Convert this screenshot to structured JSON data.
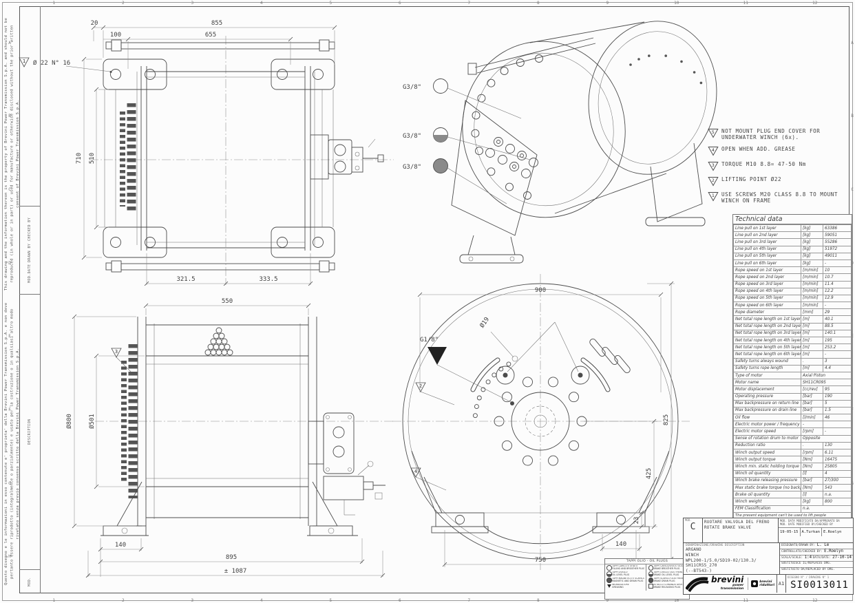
{
  "sheet": {
    "grid_cols": [
      "1",
      "2",
      "3",
      "4",
      "5",
      "6",
      "7",
      "8",
      "9",
      "10",
      "11",
      "12"
    ],
    "grid_rows": [
      "A",
      "B",
      "C",
      "D",
      "E",
      "F",
      "G",
      "H"
    ]
  },
  "disclaimer": {
    "english": "This drawing and the information thereon is the property of Brevini Power Transmission S.p.A. and should not be reproduced (in whole or in part) or used for manufacture or otherwise disclosed without the prior written consent of Brevini Power Transmission S.p.A.",
    "italian": "Questo disegno e le informazioni in esso contenute e' proprieta' della Brevini Power Transmission S.p.A. e non deve pertanto essere riprodotto (integralmente o parzialmente) e usato per la costruzione o in qualsiasi altro modo rivelato senza previo consenso scritto della Brevini Power Transmission S.p.A."
  },
  "revision_strip": {
    "mod": "MOD.",
    "description": "DESCRIPTION",
    "mod_date": "MOD.DATE",
    "drawn_by": "DRAWN BY",
    "checked_by": "CHECKED BY"
  },
  "notes": [
    {
      "flag": "5",
      "text": "NOT MOUNT PLUG END COVER FOR UNDERWATER WINCH (6x)."
    },
    {
      "flag": "4",
      "text": "OPEN WHEN ADD. GREASE"
    },
    {
      "flag": "3",
      "text": "TORQUE M10 8.8= 47-50 Nm"
    },
    {
      "flag": "2",
      "text": "LIFTING POINT Ø22"
    },
    {
      "flag": "1",
      "text": "USE SCREWS M20 CLASS 8.8 TO MOUNT WINCH ON FRAME"
    }
  ],
  "flags": {
    "f1": "1",
    "f2": "2",
    "f3": "3",
    "f4": "4",
    "f5": "5"
  },
  "ports": [
    {
      "label": "G3/8\"",
      "symbol": "circle-empty"
    },
    {
      "label": "G3/8\"",
      "symbol": "circle-half"
    },
    {
      "label": "G3/8\"",
      "symbol": "circle-filled"
    }
  ],
  "dims": {
    "top": {
      "a": "20",
      "b": "855",
      "c": "100",
      "d": "655",
      "e": "710",
      "f": "510",
      "g": "321.5",
      "h": "333.5",
      "holes": "Ø 22 N° 16"
    },
    "side": {
      "a": "550",
      "b": "Ø800",
      "c": "Ø501",
      "d": "140",
      "e": "895",
      "f": "± 1087"
    },
    "front": {
      "a": "900",
      "b": "Ø19",
      "c": "G1/8\"",
      "d": "825",
      "e": "425",
      "f": "23",
      "g": "750",
      "h": "140"
    }
  },
  "technical_data": {
    "title": "Technical data",
    "rows": [
      [
        "Line pull on 1st layer",
        "[kg]",
        "63386"
      ],
      [
        "Line pull on 2nd layer",
        "[kg]",
        "59051"
      ],
      [
        "Line pull on 3rd layer",
        "[kg]",
        "55286"
      ],
      [
        "Line pull on 4th layer",
        "[kg]",
        "51972"
      ],
      [
        "Line pull on 5th layer",
        "[kg]",
        "49011"
      ],
      [
        "Line pull on 6th layer",
        "[kg]",
        "-"
      ],
      [
        "Rope speed on 1st layer",
        "[m/min]",
        "10"
      ],
      [
        "Rope speed on 2nd layer",
        "[m/min]",
        "10.7"
      ],
      [
        "Rope speed on 3rd layer",
        "[m/min]",
        "11.4"
      ],
      [
        "Rope speed on 4th layer",
        "[m/min]",
        "12.2"
      ],
      [
        "Rope speed on 5th layer",
        "[m/min]",
        "12.9"
      ],
      [
        "Rope speed on 6th layer",
        "[m/min]",
        "-"
      ],
      [
        "Rope diameter",
        "[mm]",
        "29"
      ],
      [
        "Net total rope length on 1st layer",
        "[m]",
        "40.1"
      ],
      [
        "Net total rope length on 2nd layer",
        "[m]",
        "88.5"
      ],
      [
        "Net total rope length on 3rd layer",
        "[m]",
        "140.1"
      ],
      [
        "Net total rope length on 4th layer",
        "[m]",
        "195"
      ],
      [
        "Net total rope length on 5th layer",
        "[m]",
        "253.2"
      ],
      [
        "Net total rope length on 6th layer",
        "[m]",
        "-"
      ],
      [
        "Safety turns always wound",
        ".",
        "3"
      ],
      [
        "Safety turns rope length",
        "[m]",
        "4.4"
      ],
      [
        "Type of motor",
        null,
        "Axial Piston"
      ],
      [
        "Motor name",
        null,
        "SH11CR095"
      ],
      [
        "Motor displacement",
        "[cc/rev]",
        "95"
      ],
      [
        "Operating pressure",
        "[bar]",
        "190"
      ],
      [
        "Max backpressure on return line",
        "[bar]",
        "5"
      ],
      [
        "Max backpressure on drain line",
        "[bar]",
        "1.5"
      ],
      [
        "Oil flow",
        "[l/min]",
        "46"
      ],
      [
        "Electric motor power / frequency",
        "-",
        ""
      ],
      [
        "Electric motor speed",
        "[rpm]",
        "-"
      ],
      [
        "Sense of rotation drum to motor",
        null,
        "Opposite"
      ],
      [
        "Reduction ratio",
        ".",
        "130"
      ],
      [
        "Winch output speed",
        "[rpm]",
        "6.11"
      ],
      [
        "Winch output torque",
        "[Nm]",
        "16475"
      ],
      [
        "Winch min. static holding torque",
        "[Nm]",
        "25805"
      ],
      [
        "Winch oil quantity",
        "[l]",
        "4"
      ],
      [
        "Winch brake releasing pressure",
        "[bar]",
        "27/300"
      ],
      [
        "Max static brake torque (no backpressure)",
        "[Nm]",
        "543"
      ],
      [
        "Brake oil quantity",
        "[l]",
        "n.a."
      ],
      [
        "Winch weight",
        "[kg]",
        "800"
      ],
      [
        "FEM Classification",
        null,
        "n.a."
      ]
    ],
    "footer": "The present equipment can't be used to lift people"
  },
  "legend": {
    "title": "TAPPI OLIO - OIL PLUGS",
    "left": [
      {
        "symbol": "circle-empty",
        "it": "TAPPI CARICO E SFIATO",
        "en": "FILLING AND BREATHER PLUG"
      },
      {
        "symbol": "circle-half",
        "it": "TAPPI LIVELLO",
        "en": "OIL LEVEL PLUG"
      },
      {
        "symbol": "circle-filled",
        "it": "TAPPI MAGNETICO E SCARICO",
        "en": "MAGNETIC AND DRAIN PLUG"
      },
      {
        "symbol": "triangle-filled",
        "it": "INGRASSATORE",
        "en": "GREASING"
      }
    ],
    "right": [
      {
        "symbol": "circle-empty",
        "it": "TAPPI CARICO/SFIATO OLIO FRENO",
        "en": "BRAKE BREATHER PLUG"
      },
      {
        "symbol": "circle-half",
        "it": "TAPPI LIVELLO OLIO FRENO",
        "en": "BRAKE OIL LEVEL PLUG"
      },
      {
        "symbol": "circle-filled",
        "it": "TAPPI SCARICO OLIO FRENO",
        "en": "BRAKE DRAIN PLUG"
      },
      {
        "symbol": "square-empty",
        "it": "ATTACCO COMANDO APERTURA FRENO",
        "en": "BRAKE RELEASING PLUG"
      }
    ]
  },
  "title_block": {
    "revision": {
      "col_label": "MOD.",
      "letter": "C",
      "description_line1": "RUOTARE VALVOLA DEL FRENO",
      "description_line2": "ROTATE BRAKE VALVE",
      "header_line1": "MOD. DATA MODIFICATO DA/APPROVATO DA",
      "header_line2": "MOD. DATE MODIFIED BY/CHECKED BY",
      "date": "19-05-15",
      "modified_by": "A.Turkan",
      "checked_by": "E.Roelyn"
    },
    "description": {
      "header": "DENOMINAZIONE/DRAWING DESCRIPTION",
      "line1": "ARGANO",
      "line2": "WINCH",
      "line3": "WPL200-1/5.0/SD19-02/130.3/",
      "line4": "SH11CR55_270",
      "line5": "(--BT543-)"
    },
    "meta": {
      "drawn_label": "DISEGNATO/DRAWN BY:",
      "drawn": "L. Le",
      "checked_label": "CONTROLLATO/CHECKED BY:",
      "checked": "E.Roelyn",
      "scale_label": "SCALA/SCALE:",
      "scale": "1:4",
      "date_label": "DATA/DATE:",
      "date": "27-10-14",
      "replaces_label": "SOSTITUISCE IL/REPLACES DRG.",
      "replaced_label": "SOSTITUITO DA/REPLACED BY DRG."
    },
    "logo": {
      "brand": "brevini",
      "sub1": "power",
      "sub2": "transmission",
      "brand2": "brevini",
      "sub3": "riduttori"
    },
    "format": "A1",
    "number_label": "DISEGNO N° / DRAWING N° 1",
    "number": "SI0013011"
  }
}
